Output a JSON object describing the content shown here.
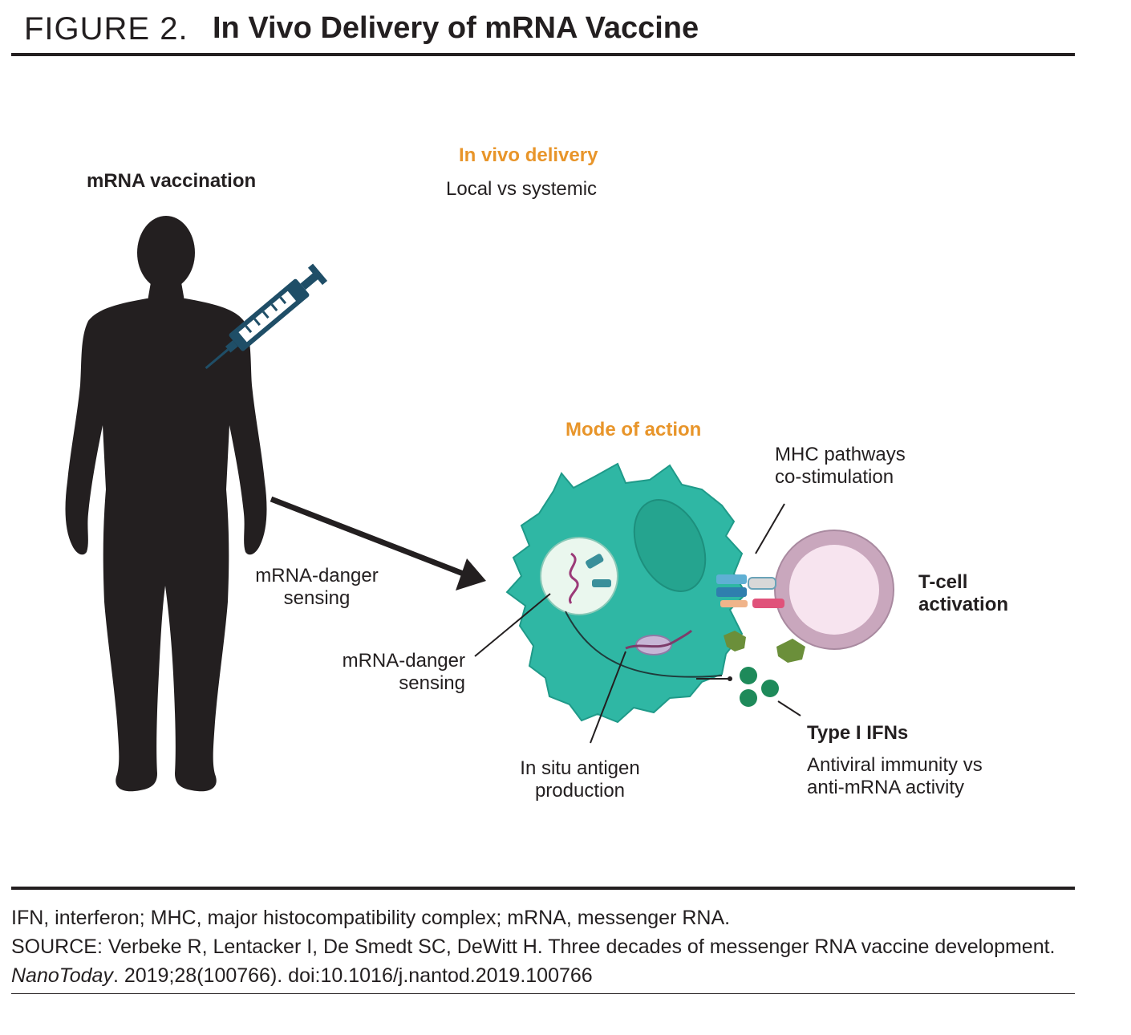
{
  "figure": {
    "label": "FIGURE 2.",
    "title": "In Vivo Delivery of mRNA Vaccine"
  },
  "diagram": {
    "vaccination_label": "mRNA vaccination",
    "delivery_heading": "In vivo delivery",
    "delivery_sub": "Local vs systemic",
    "arrow_label_line1": "mRNA-danger",
    "arrow_label_line2": "sensing",
    "mode_heading": "Mode of action",
    "mhc_line1": "MHC pathways",
    "mhc_line2": "co-stimulation",
    "tcell_line1": "T-cell",
    "tcell_line2": "activation",
    "sensing_line1": "mRNA-danger",
    "sensing_line2": "sensing",
    "antigen_line1": "In situ antigen",
    "antigen_line2": "production",
    "ifn_heading": "Type I IFNs",
    "ifn_line1": "Antiviral immunity vs",
    "ifn_line2": "anti-mRNA activity"
  },
  "caption": {
    "abbreviations": "IFN, interferon; MHC, major histocompatibility complex; mRNA, messenger RNA.",
    "source_prefix": "SOURCE: Verbeke R, Lentacker I, De Smedt SC, DeWitt H. Three decades of messenger RNA vaccine development.",
    "journal": "NanoToday",
    "source_suffix": ". 2019;28(100766). doi:10.1016/j.nantod.2019.100766"
  },
  "colors": {
    "cell": "#2fb7a4",
    "accent_orange": "#e8952a",
    "tcell_ring": "#c9a7bd",
    "syringe": "#1f4e67"
  }
}
